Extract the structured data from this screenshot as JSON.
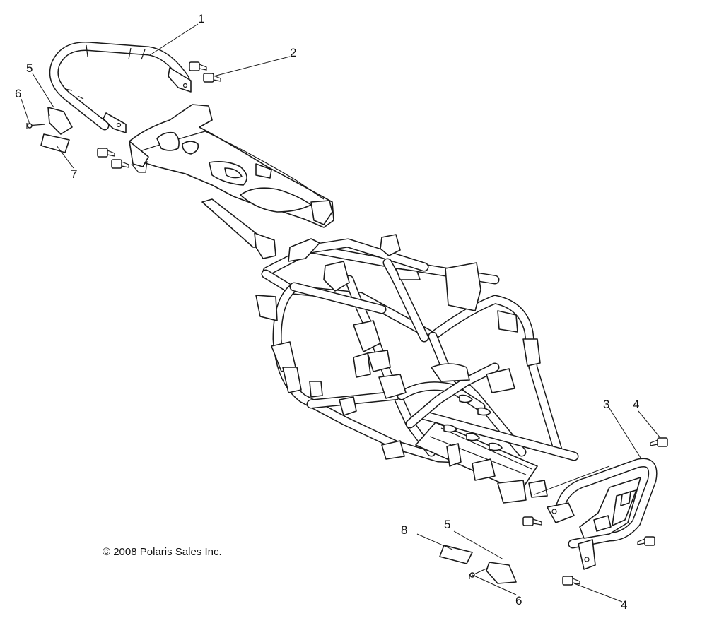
{
  "callouts": {
    "c1": "1",
    "c2": "2",
    "c3": "3",
    "c4a": "4",
    "c4b": "4",
    "c5a": "5",
    "c5b": "5",
    "c6a": "6",
    "c6b": "6",
    "c7": "7",
    "c8": "8"
  },
  "copyright": "© 2008 Polaris Sales Inc."
}
